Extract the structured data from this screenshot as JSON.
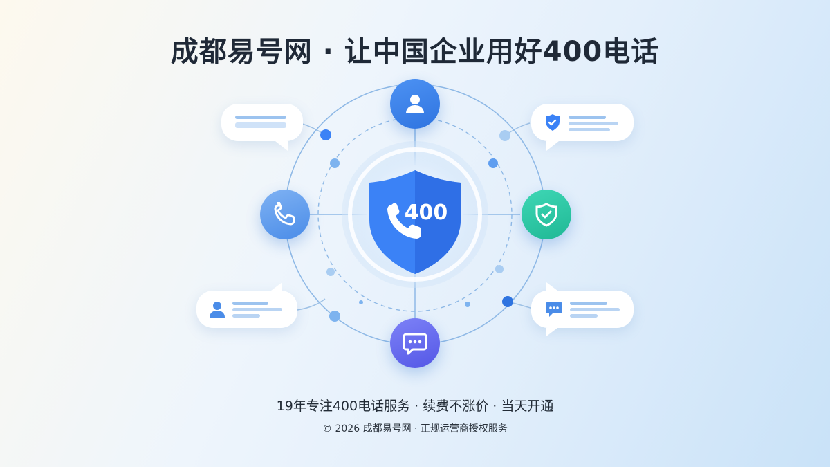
{
  "headline": "成都易号网 · 让中国企业用好400电话",
  "shield": {
    "number": "400"
  },
  "footer": {
    "tagline": "19年专注400电话服务 · 续费不涨价 · 当天开通",
    "copyright": "© 2026 成都易号网 · 正规运营商授权服务"
  },
  "icons": {
    "top_node": "user-icon",
    "left_node": "phone-icon",
    "right_node": "shield-check-icon",
    "bottom_node": "chat-icon",
    "center": "phone-shield-icon"
  },
  "colors": {
    "primary_blue": "#3b82f6",
    "light_blue": "#60a5fa",
    "teal": "#2cc9a6",
    "indigo": "#6366f1",
    "heading": "#1f2937"
  }
}
